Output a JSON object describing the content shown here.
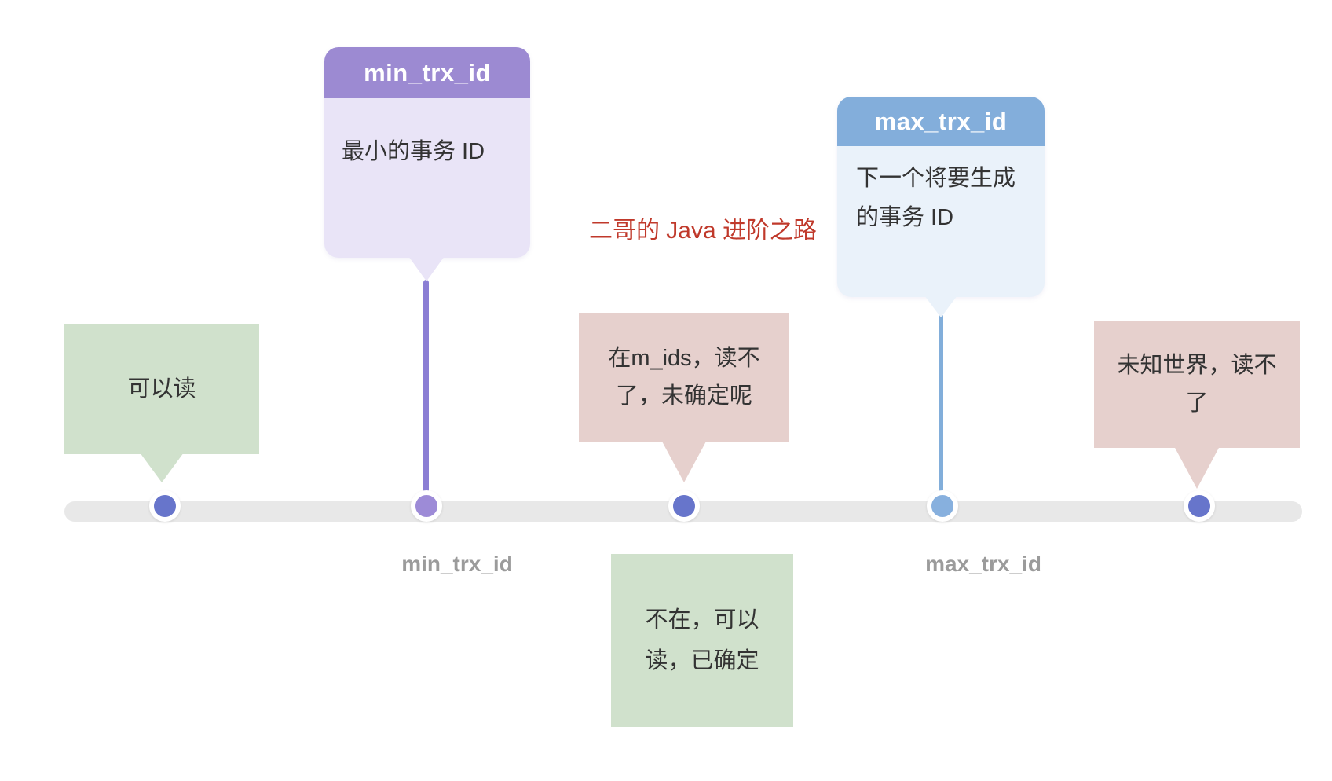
{
  "diagram": {
    "watermark": "二哥的 Java 进阶之路",
    "cards": {
      "min": {
        "title": "min_trx_id",
        "body": "最小的事务 ID",
        "header_color": "#9c8ad2",
        "body_color": "#e9e4f7",
        "connector_color": "#8b7ed4"
      },
      "max": {
        "title": "max_trx_id",
        "body_lines": [
          "下一个将要生成",
          "的事务 ID"
        ],
        "header_color": "#83aedb",
        "body_color": "#eaf2fa",
        "connector_color": "#82aeda"
      }
    },
    "bubbles": {
      "left": {
        "text": "可以读",
        "color": "#d0e1cc"
      },
      "middle": {
        "lines": [
          "在m_ids，读不",
          "了，未确定呢"
        ],
        "color": "#e6d0cd"
      },
      "right": {
        "lines": [
          "未知世界，读不",
          "了"
        ],
        "color": "#e6d0cd"
      }
    },
    "note": {
      "lines": [
        "不在，可以",
        "读，已确定"
      ],
      "color": "#d0e1cc"
    },
    "timeline": {
      "bar_color": "#e8e8e8",
      "labels": {
        "min": "min_trx_id",
        "max": "max_trx_id"
      },
      "label_color": "#9b9b9b",
      "dots": [
        {
          "name": "dot-1",
          "color": "#6775cb"
        },
        {
          "name": "dot-2-min-trx",
          "color": "#9d8bd7"
        },
        {
          "name": "dot-3",
          "color": "#6775cb"
        },
        {
          "name": "dot-4-max-trx",
          "color": "#87b0de"
        },
        {
          "name": "dot-5",
          "color": "#6775cb"
        }
      ]
    },
    "accent_red": "#c0392b"
  }
}
